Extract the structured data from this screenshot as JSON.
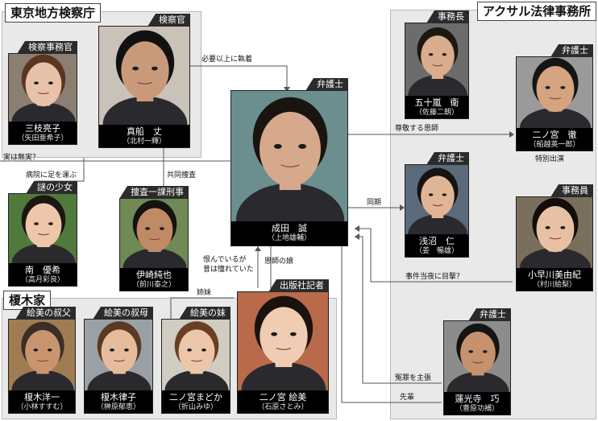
{
  "groups": {
    "prosecutors": {
      "title": "東京地方検察庁"
    },
    "akusaru": {
      "title": "アクサル法律事務所"
    },
    "enokiya": {
      "title": "榎木家"
    }
  },
  "people": [
    {
      "id": "nishio",
      "role": "弁護士",
      "name": "成田　誠",
      "actor": "（上地雄輔）",
      "skin": "#d6a98c",
      "hair": "#1a1410",
      "bg": "#6b8f8f"
    },
    {
      "id": "masaru",
      "role": "検察官",
      "name": "真船　丈",
      "actor": "（北村一輝）",
      "skin": "#c99a7a",
      "hair": "#111",
      "bg": "#c8c2b8"
    },
    {
      "id": "ryoko",
      "role": "検察事務官",
      "name": "三枝亮子",
      "actor": "（矢田亜希子）",
      "skin": "#e8c2a8",
      "hair": "#5a3520",
      "bg": "#8a7f70"
    },
    {
      "id": "yuki",
      "role": "謎の少女",
      "name": "南　優希",
      "actor": "（高月彩良）",
      "skin": "#eec6aa",
      "hair": "#1c1512",
      "bg": "#4f7a3c"
    },
    {
      "id": "isaki",
      "role": "捜査一課刑事",
      "name": "伊崎純也",
      "actor": "（前川泰之）",
      "skin": "#c08a66",
      "hair": "#151210",
      "bg": "#6f8a55"
    },
    {
      "id": "igarashi",
      "role": "事務長",
      "name": "五十嵐　衛",
      "actor": "（佐藤二朗）",
      "skin": "#d9ad8d",
      "hair": "#1d1712",
      "bg": "#6c6c6c"
    },
    {
      "id": "ninomiya",
      "role": "弁護士",
      "name": "二ノ宮　徹",
      "actor": "（船越英一郎）",
      "skin": "#d6a381",
      "hair": "#151515",
      "bg": "#9a9a9a"
    },
    {
      "id": "asanuma",
      "role": "弁護士",
      "name": "浅沼　仁",
      "actor": "（姜　暢雄）",
      "skin": "#e0b596",
      "hair": "#16120f",
      "bg": "#5a6a7a"
    },
    {
      "id": "sayuki",
      "role": "事務員",
      "name": "小早川美由紀",
      "actor": "（村川絵梨）",
      "skin": "#e8c1a4",
      "hair": "#120e0c",
      "bg": "#7a6e5c"
    },
    {
      "id": "renkoji",
      "role": "弁護士",
      "name": "蓮光寺　巧",
      "actor": "（豊原功補）",
      "skin": "#c6926e",
      "hair": "#141414",
      "bg": "#8c8c8c"
    },
    {
      "id": "emi",
      "role": "出版社記者",
      "name": "二ノ宮 絵美",
      "actor": "（石原さとみ）",
      "skin": "#f0ccb2",
      "hair": "#1a120e",
      "bg": "#b86a4a"
    },
    {
      "id": "yoichi",
      "role": "絵美の叔父",
      "name": "榎木洋一",
      "actor": "（小林すすむ）",
      "skin": "#c8956f",
      "hair": "#3a2e26",
      "bg": "#a07c52"
    },
    {
      "id": "ritsuko",
      "role": "絵美の叔母",
      "name": "榎木律子",
      "actor": "（榊原郁恵）",
      "skin": "#e6bc9c",
      "hair": "#5a3a24",
      "bg": "#9aa0a4"
    },
    {
      "id": "madoka",
      "role": "絵美の妹",
      "name": "二ノ宮まどか",
      "actor": "（折山みゆ）",
      "skin": "#ecc6a8",
      "hair": "#6a3e22",
      "bg": "#d0ccc2"
    }
  ],
  "relations": {
    "r1": "必要以上に執着",
    "r2": "実は無実？",
    "r3": "病院に足を運ぶ",
    "r4": "共同捜査",
    "r5": "尊敬する恩師",
    "r6": "特別出演",
    "r7": "同期",
    "r8": "事件当夜に目撃？",
    "r9a": "恨んでいるが",
    "r9b": "昔は憧れていた",
    "r10": "恩師の娘",
    "r11": "姉妹",
    "r12": "冤罪を主張",
    "r13": "先輩"
  },
  "colors": {
    "line": "#555555",
    "group": "#e9e9e9",
    "caption": "#000000"
  }
}
